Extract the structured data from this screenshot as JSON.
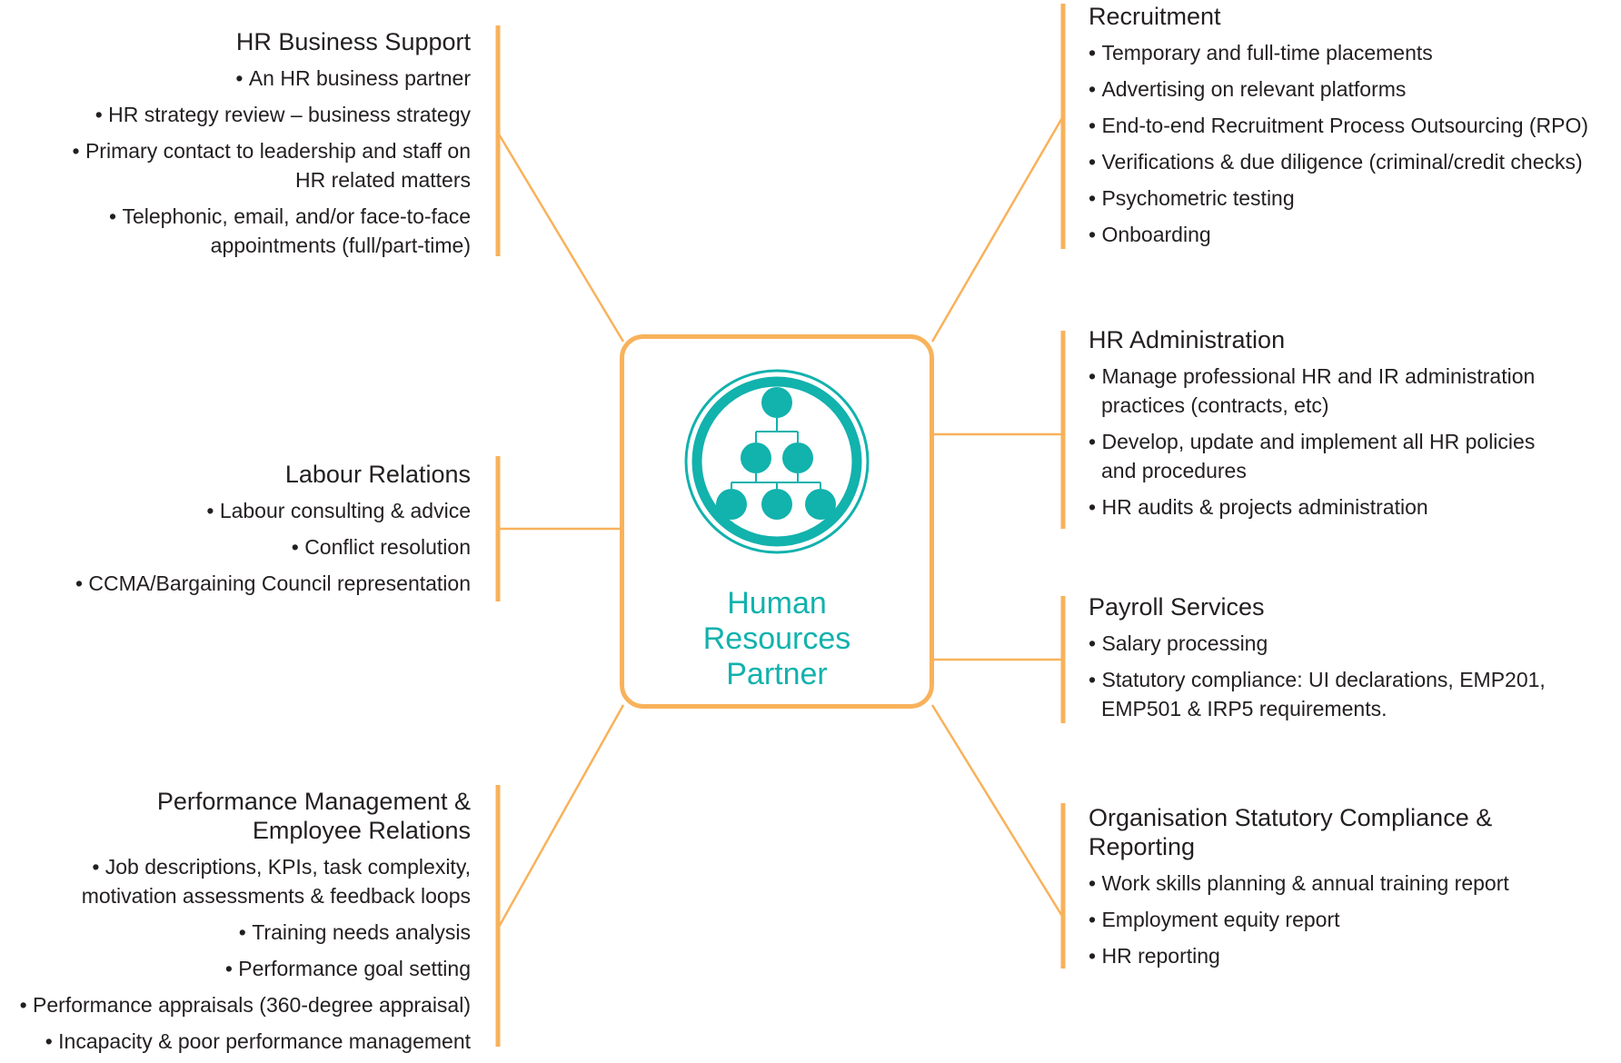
{
  "center": {
    "title_lines": [
      "Human",
      "Resources",
      "Partner"
    ],
    "icon": "org-chart-icon"
  },
  "colors": {
    "accent": "#f8b25b",
    "teal": "#12b2ad",
    "text": "#231f20"
  },
  "left_panels": [
    {
      "title": "HR Business Support",
      "items": [
        "An HR business partner",
        "HR strategy review – business strategy",
        "Primary contact to leadership and staff on\nHR related matters",
        "Telephonic, email, and/or face-to-face\nappointments (full/part-time)"
      ]
    },
    {
      "title": "Labour Relations",
      "items": [
        "Labour consulting & advice",
        "Conflict resolution",
        "CCMA/Bargaining Council representation"
      ]
    },
    {
      "title": "Performance Management &\nEmployee Relations",
      "items": [
        "Job descriptions, KPIs, task complexity,\nmotivation assessments & feedback loops",
        "Training needs analysis",
        "Performance goal setting",
        "Performance appraisals (360-degree appraisal)",
        "Incapacity & poor performance management"
      ]
    }
  ],
  "right_panels": [
    {
      "title": "Recruitment",
      "items": [
        "Temporary and full-time placements",
        "Advertising on relevant platforms",
        "End-to-end Recruitment Process Outsourcing (RPO)",
        "Verifications & due diligence (criminal/credit checks)",
        "Psychometric testing",
        "Onboarding"
      ]
    },
    {
      "title": "HR Administration",
      "items": [
        "Manage professional HR and IR administration\npractices (contracts, etc)",
        "Develop, update and implement all HR policies\nand procedures",
        "HR audits & projects administration"
      ]
    },
    {
      "title": "Payroll Services",
      "items": [
        "Salary processing",
        "Statutory compliance: UI declarations, EMP201,\nEMP501 & IRP5 requirements."
      ]
    },
    {
      "title": "Organisation Statutory Compliance &\nReporting",
      "items": [
        "Work skills planning & annual training report",
        "Employment equity report",
        "HR reporting"
      ]
    }
  ]
}
